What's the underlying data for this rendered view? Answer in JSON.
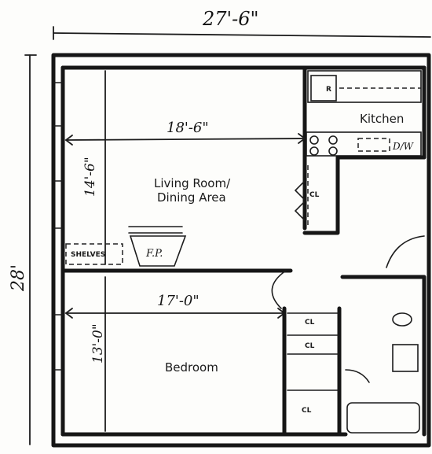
{
  "dimensions": {
    "overall_width": "27'-6\"",
    "overall_height": "28'",
    "living_width": "18'-6\"",
    "living_height": "14'-6\"",
    "bedroom_width": "17'-0\"",
    "bedroom_height": "13'-0\""
  },
  "rooms": {
    "kitchen": "Kitchen",
    "living_line1": "Living Room/",
    "living_line2": "Dining Area",
    "bedroom": "Bedroom"
  },
  "fixtures": {
    "refrigerator": "R",
    "dishwasher": "D/W",
    "shelves": "SHELVES",
    "fireplace": "F.P.",
    "closet": "CL"
  }
}
